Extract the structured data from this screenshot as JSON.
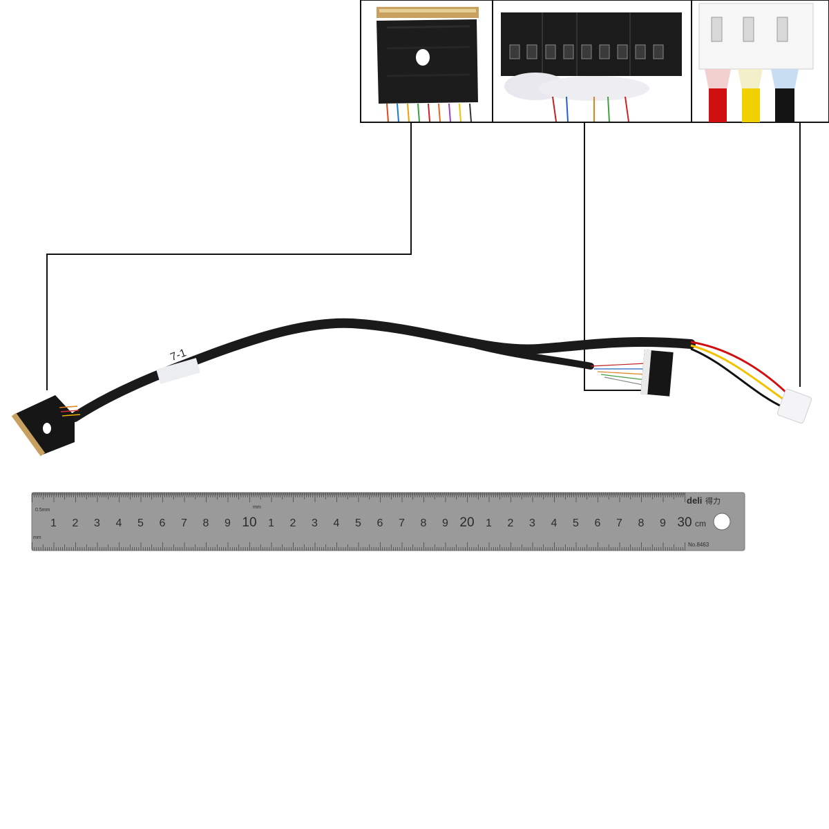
{
  "ruler": {
    "brand": "deli",
    "brand_cn": "得力",
    "model": "No.8463",
    "unit": "cm",
    "scale_small": "0.5mm",
    "scale_mm_top": "mm",
    "scale_mm_bottom": "mm",
    "cm_numbers": [
      "1",
      "2",
      "3",
      "4",
      "5",
      "6",
      "7",
      "8",
      "9",
      "10",
      "1",
      "2",
      "3",
      "4",
      "5",
      "6",
      "7",
      "8",
      "9",
      "20",
      "1",
      "2",
      "3",
      "4",
      "5",
      "6",
      "7",
      "8",
      "9",
      "30"
    ]
  },
  "cable": {
    "tag_text": "7-1",
    "wire_colors": [
      "#d01010",
      "#f2c200",
      "#111111"
    ],
    "harness_color": "#1a1a1a"
  },
  "insets": [
    {
      "name": "lvds-connector-closeup"
    },
    {
      "name": "socket-connector-closeup"
    },
    {
      "name": "power-plug-closeup"
    }
  ]
}
